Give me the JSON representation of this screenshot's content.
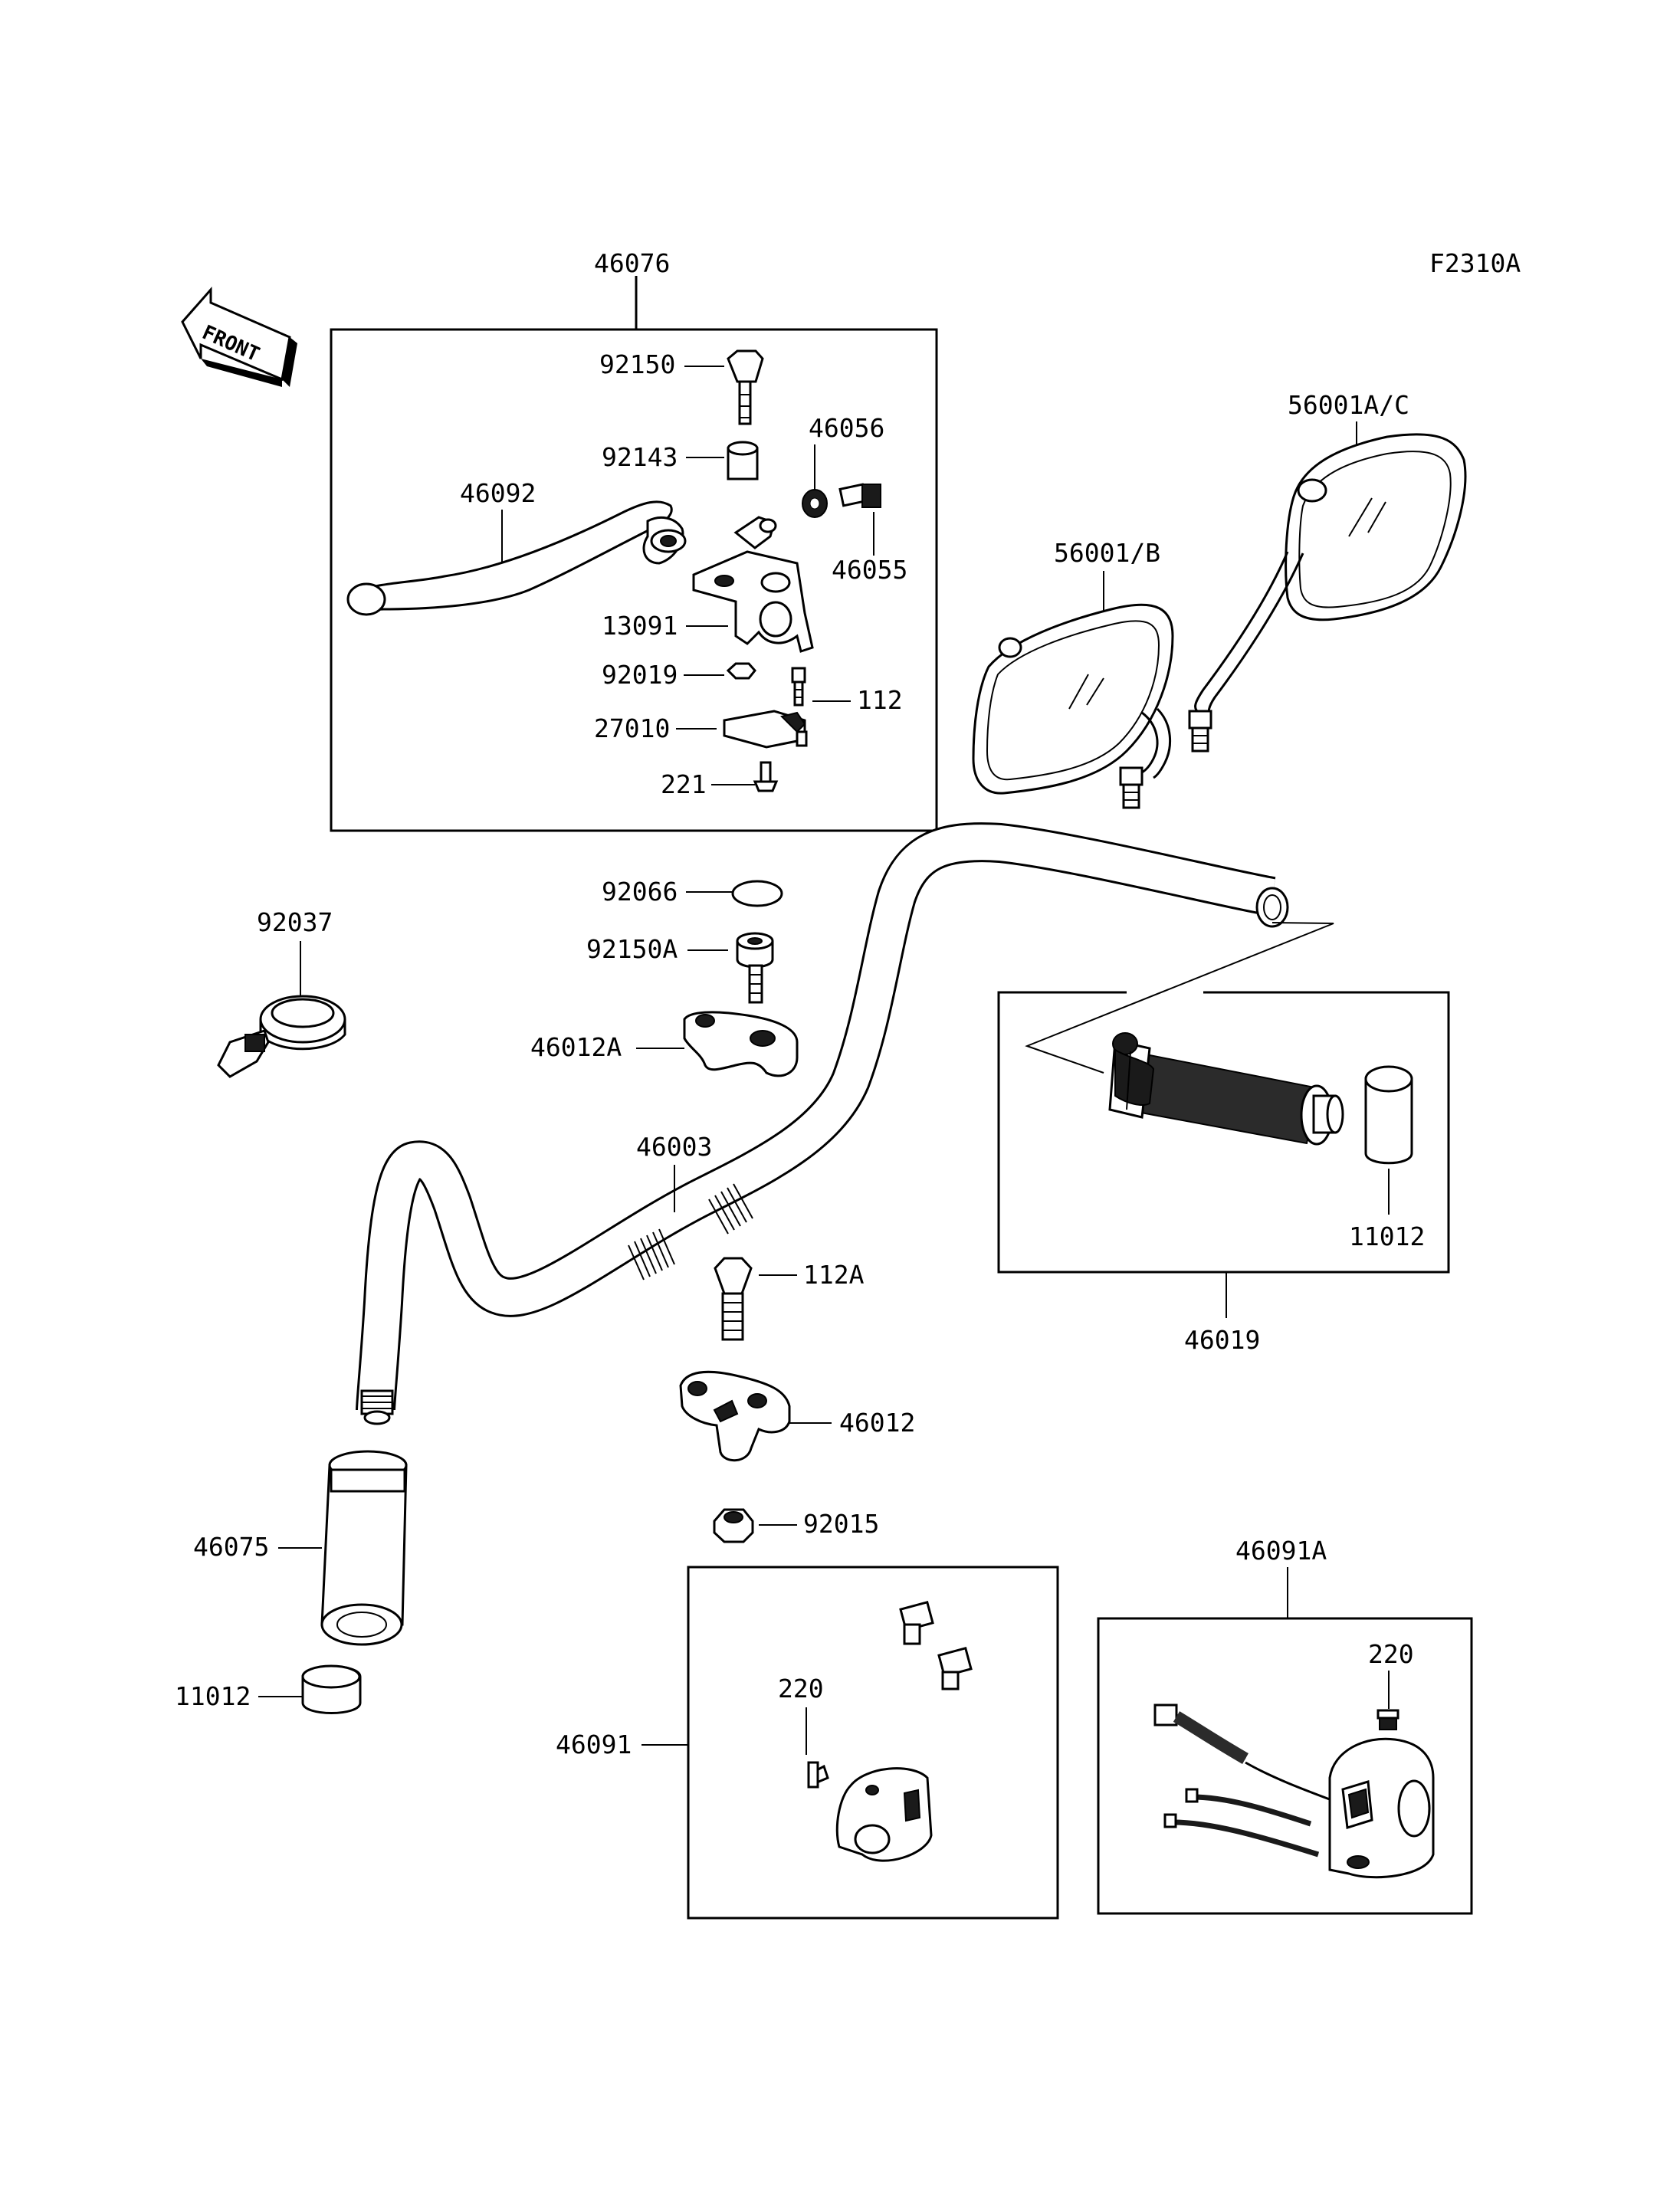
{
  "figure_code": "F2310A",
  "front_arrow": {
    "text": "FRONT"
  },
  "labels": {
    "l46076": "46076",
    "l92150": "92150",
    "l92143": "92143",
    "l46056": "46056",
    "l46092": "46092",
    "l46055": "46055",
    "l13091": "13091",
    "l92019": "92019",
    "l112": "112",
    "l27010": "27010",
    "l221": "221",
    "l56001AC": "56001A/C",
    "l56001B": "56001/B",
    "l92066": "92066",
    "l92037": "92037",
    "l92150A": "92150A",
    "l46012A": "46012A",
    "l46003": "46003",
    "l112A": "112A",
    "l46012": "46012",
    "l92015": "92015",
    "l46075": "46075",
    "l11012a": "11012",
    "l11012b": "11012",
    "l46019": "46019",
    "l46091A": "46091A",
    "l220a": "220",
    "l220b": "220",
    "l46091": "46091"
  }
}
